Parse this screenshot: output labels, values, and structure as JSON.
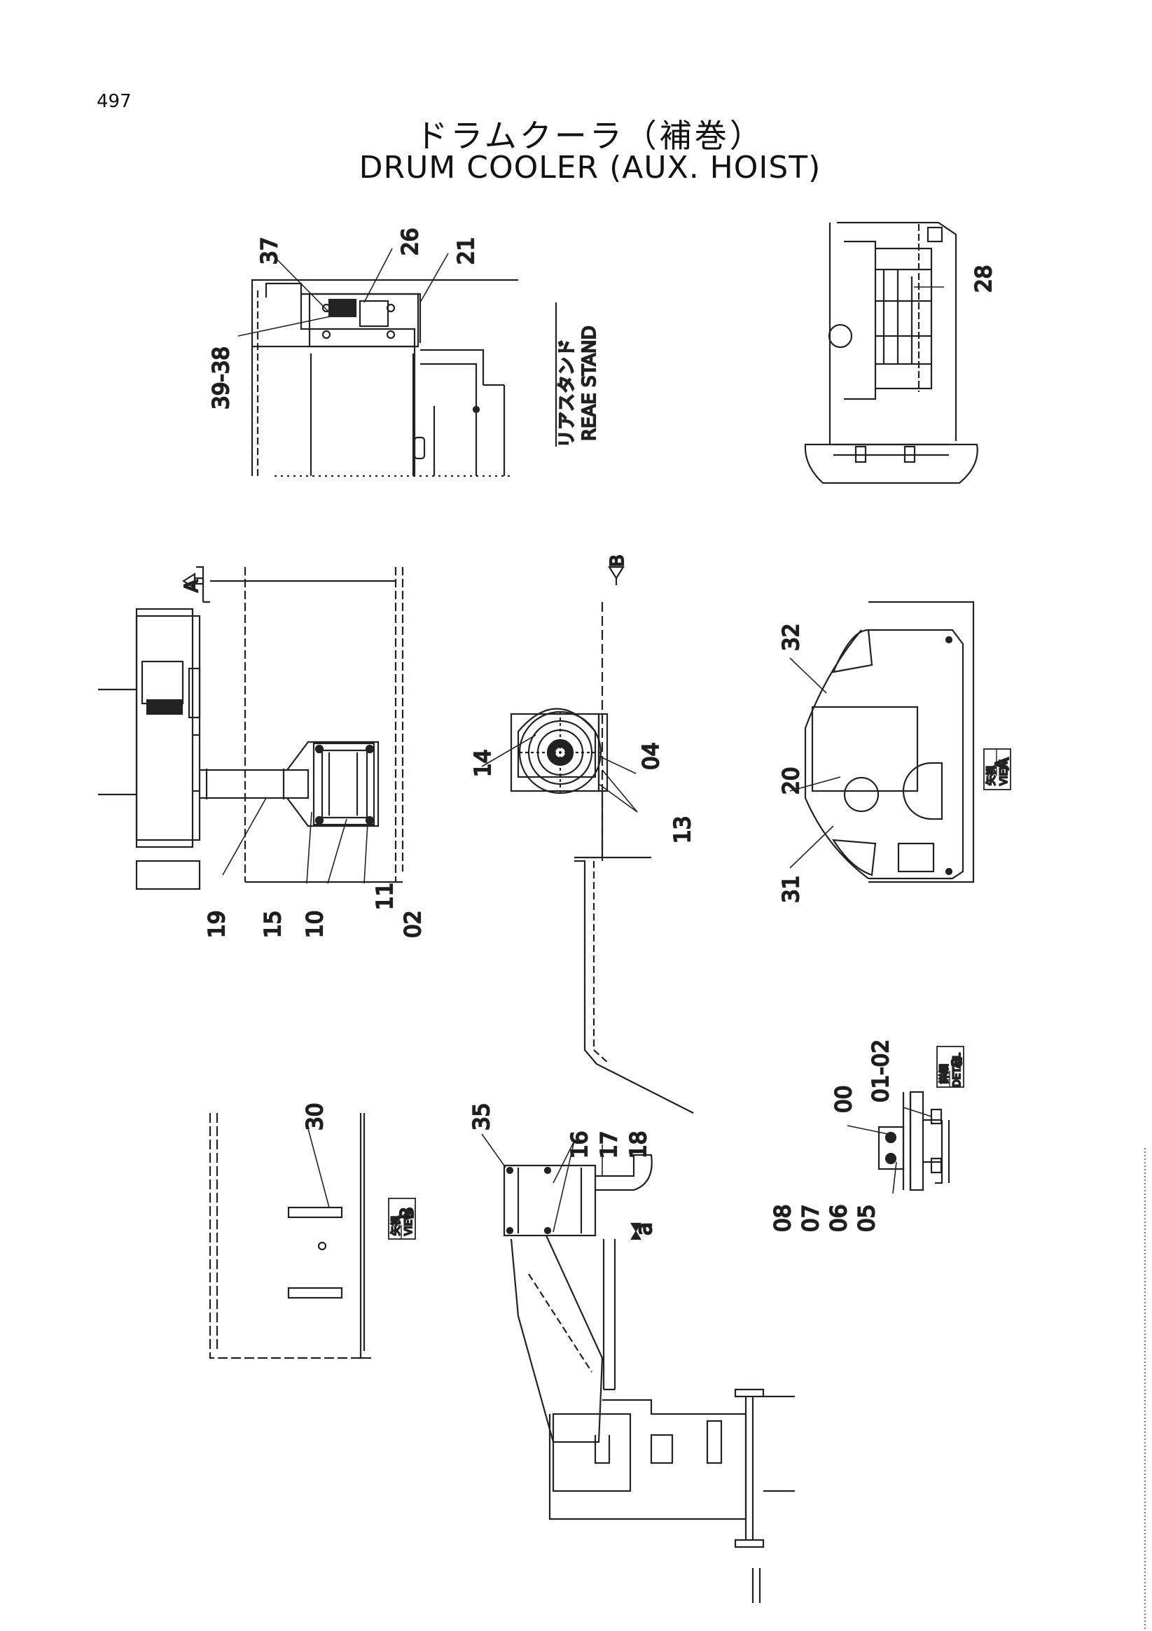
{
  "page_number": "497",
  "title": {
    "japanese": "ドラムクーラ（補巻）",
    "english": "DRUM COOLER (AUX. HOIST)"
  },
  "rear_stand": {
    "japanese": "リアスタンド",
    "english": "REAE STAND"
  },
  "view_markers": {
    "a": "A",
    "b": "B"
  },
  "view_tags": {
    "view_a": {
      "jp": "矢視",
      "en": "VIEW",
      "letter": "A"
    },
    "view_b": {
      "jp": "矢視",
      "en": "VIEW",
      "letter": "B"
    },
    "detail_a": {
      "jp": "詳細",
      "en": "DETAIL",
      "letter": "a"
    }
  },
  "detail_arrow_label": "a",
  "part_callouts": [
    "37",
    "26",
    "21",
    "39-38",
    "28",
    "14",
    "04",
    "13",
    "32",
    "20",
    "31",
    "19",
    "15",
    "10",
    "11",
    "02",
    "30",
    "35",
    "16",
    "17",
    "18",
    "00",
    "01-02",
    "08",
    "07",
    "06",
    "05"
  ]
}
